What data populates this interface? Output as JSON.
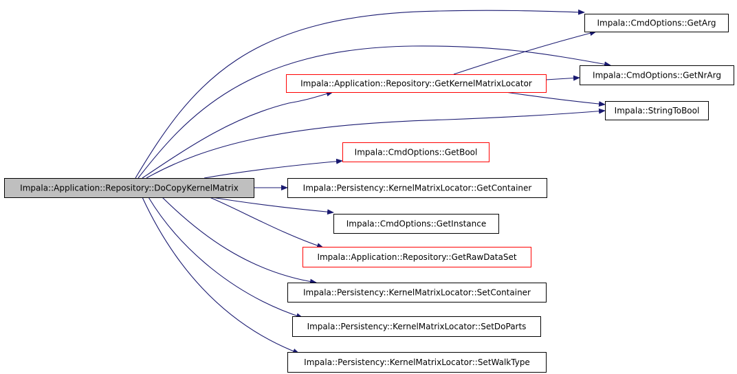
{
  "nodes": [
    {
      "id": "root",
      "label": "Impala::Application::Repository::DoCopyKernelMatrix",
      "style": "root"
    },
    {
      "id": "getarg",
      "label": "Impala::CmdOptions::GetArg",
      "style": "normal"
    },
    {
      "id": "getkml",
      "label": "Impala::Application::Repository::GetKernelMatrixLocator",
      "style": "red"
    },
    {
      "id": "getnrarg",
      "label": "Impala::CmdOptions::GetNrArg",
      "style": "normal"
    },
    {
      "id": "strtobool",
      "label": "Impala::StringToBool",
      "style": "normal"
    },
    {
      "id": "getbool",
      "label": "Impala::CmdOptions::GetBool",
      "style": "red"
    },
    {
      "id": "getcontainer",
      "label": "Impala::Persistency::KernelMatrixLocator::GetContainer",
      "style": "normal"
    },
    {
      "id": "getinstance",
      "label": "Impala::CmdOptions::GetInstance",
      "style": "normal"
    },
    {
      "id": "getraw",
      "label": "Impala::Application::Repository::GetRawDataSet",
      "style": "red"
    },
    {
      "id": "setcontainer",
      "label": "Impala::Persistency::KernelMatrixLocator::SetContainer",
      "style": "normal"
    },
    {
      "id": "setdoparts",
      "label": "Impala::Persistency::KernelMatrixLocator::SetDoParts",
      "style": "normal"
    },
    {
      "id": "setwalktype",
      "label": "Impala::Persistency::KernelMatrixLocator::SetWalkType",
      "style": "normal"
    }
  ],
  "edges": [
    {
      "from": "root",
      "to": "getarg"
    },
    {
      "from": "root",
      "to": "getnrarg"
    },
    {
      "from": "root",
      "to": "getkml"
    },
    {
      "from": "root",
      "to": "strtobool"
    },
    {
      "from": "root",
      "to": "getbool"
    },
    {
      "from": "root",
      "to": "getcontainer"
    },
    {
      "from": "root",
      "to": "getinstance"
    },
    {
      "from": "root",
      "to": "getraw"
    },
    {
      "from": "root",
      "to": "setcontainer"
    },
    {
      "from": "root",
      "to": "setdoparts"
    },
    {
      "from": "root",
      "to": "setwalktype"
    },
    {
      "from": "getkml",
      "to": "getarg"
    },
    {
      "from": "getkml",
      "to": "getnrarg"
    },
    {
      "from": "getkml",
      "to": "strtobool"
    }
  ],
  "colors": {
    "edge": "#191970",
    "root_fill": "#bfbfbf",
    "red_border": "#ff0000",
    "normal_border": "#000000",
    "node_fill": "#ffffff"
  }
}
